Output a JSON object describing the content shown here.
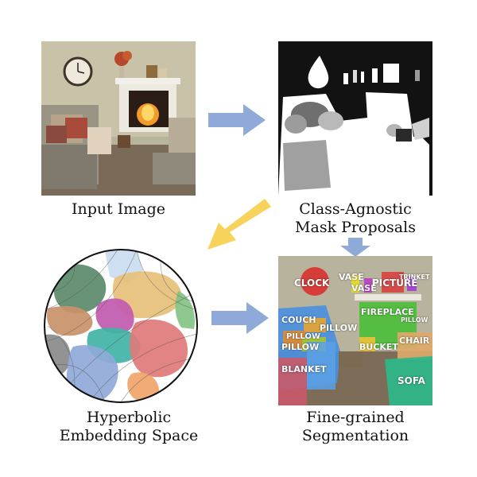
{
  "captions": {
    "input": "Input Image",
    "proposals_line1": "Class-Agnostic",
    "proposals_line2": "Mask Proposals",
    "hyperbolic_line1": "Hyperbolic",
    "hyperbolic_line2": "Embedding Space",
    "segmentation_line1": "Fine-grained",
    "segmentation_line2": "Segmentation"
  },
  "segment_labels": {
    "clock": "CLOCK",
    "vase1": "VASE",
    "vase2": "VASE",
    "picture": "PICTURE",
    "trinket": "TRINKET",
    "fireplace": "FIREPLACE",
    "couch": "COUCH",
    "pillow1": "PILLOW",
    "pillow2": "PILLOW",
    "pillow3": "PILLOW",
    "pillow4": "PILLOW",
    "bucket": "BUCKET",
    "chair": "CHAIR",
    "blanket": "BLANKET",
    "sofa": "SOFA"
  },
  "colors": {
    "arrow_blue": "#8fa9d8",
    "arrow_yellow": "#f7d35c"
  }
}
